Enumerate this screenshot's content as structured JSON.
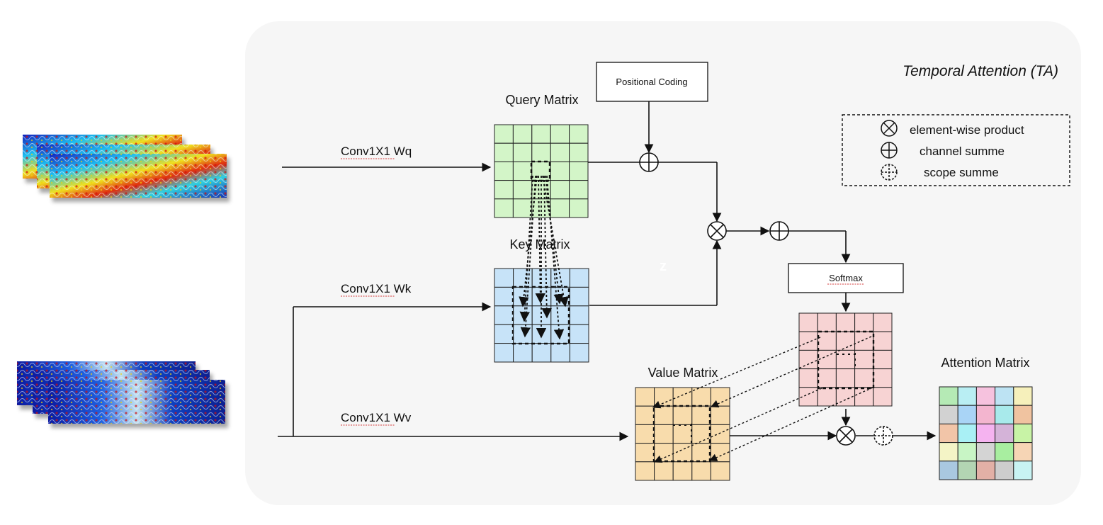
{
  "title": "Temporal Attention (TA)",
  "legend": {
    "items": [
      {
        "symbol": "otimes",
        "label": "element-wise product"
      },
      {
        "symbol": "oplus",
        "label": "channel summe"
      },
      {
        "symbol": "dashed-plus",
        "label": "scope summe"
      }
    ]
  },
  "inputs": {
    "conv_q": "Conv1X1 Wq",
    "conv_k": "Conv1X1 Wk",
    "conv_v": "Conv1X1 Wv"
  },
  "matrices": {
    "query": {
      "label": "Query Matrix",
      "color": "#d3f5c8",
      "rows": 5,
      "cols": 5
    },
    "key": {
      "label": "Key Matrix",
      "color": "#c7e3f8",
      "rows": 5,
      "cols": 5
    },
    "value": {
      "label": "Value Matrix",
      "color": "#f8dcac",
      "rows": 5,
      "cols": 5
    },
    "softmax_out": {
      "color": "#f7d3d3",
      "rows": 5,
      "cols": 5
    },
    "attention": {
      "label": "Attention Matrix",
      "rows": 5,
      "cols": 5,
      "cell_colors": [
        [
          "#b5eab5",
          "#b9eef3",
          "#f6c2de",
          "#bde3f3",
          "#f6f0bb"
        ],
        [
          "#d2d2d2",
          "#a9d4f6",
          "#f3b5cf",
          "#a8eaeb",
          "#f0c3a0"
        ],
        [
          "#f2c5a8",
          "#a9f0f5",
          "#f5b3f0",
          "#d4b3d8",
          "#c8f3a6"
        ],
        [
          "#f4f4c6",
          "#c8f5c5",
          "#d4d4d4",
          "#a8eea0",
          "#f6d5b5"
        ],
        [
          "#a9c8e0",
          "#b3d5b3",
          "#e2b0a6",
          "#cdcdcd",
          "#c8f3f3"
        ]
      ]
    }
  },
  "boxes": {
    "positional": "Positional Coding",
    "softmax": "Softmax"
  },
  "stray_label": "z",
  "colors": {
    "panel_bg": "#f6f6f6",
    "line": "#111111"
  }
}
